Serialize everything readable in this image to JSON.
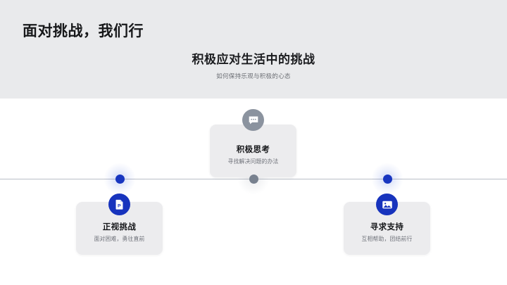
{
  "slide": {
    "title": "面对挑战，我们行",
    "section_title": "积极应对生活中的挑战",
    "section_subtitle": "如何保持乐观与积极的心态"
  },
  "colors": {
    "header_band": "#e9eaec",
    "accent_blue": "#1733bd",
    "node_blue": "#1836c0",
    "node_gray": "#78818f",
    "card_bg": "#ececee",
    "timeline_line": "#b9bec7"
  },
  "timeline": {
    "nodes": [
      {
        "name": "node-left",
        "state": "active",
        "color": "#1836c0"
      },
      {
        "name": "node-middle",
        "state": "inactive",
        "color": "#78818f"
      },
      {
        "name": "node-right",
        "state": "active",
        "color": "#1836c0"
      }
    ]
  },
  "cards": [
    {
      "id": "left",
      "title": "正视挑战",
      "desc": "面对困难，勇往直前",
      "icon": "document-p-icon",
      "icon_color": "#1733bd"
    },
    {
      "id": "middle",
      "title": "积极思考",
      "desc": "寻找解决问题的办法",
      "icon": "chat-bubble-icon",
      "icon_color": "#8b939f"
    },
    {
      "id": "right",
      "title": "寻求支持",
      "desc": "互相帮助，团结前行",
      "icon": "image-photo-icon",
      "icon_color": "#1733bd"
    }
  ]
}
